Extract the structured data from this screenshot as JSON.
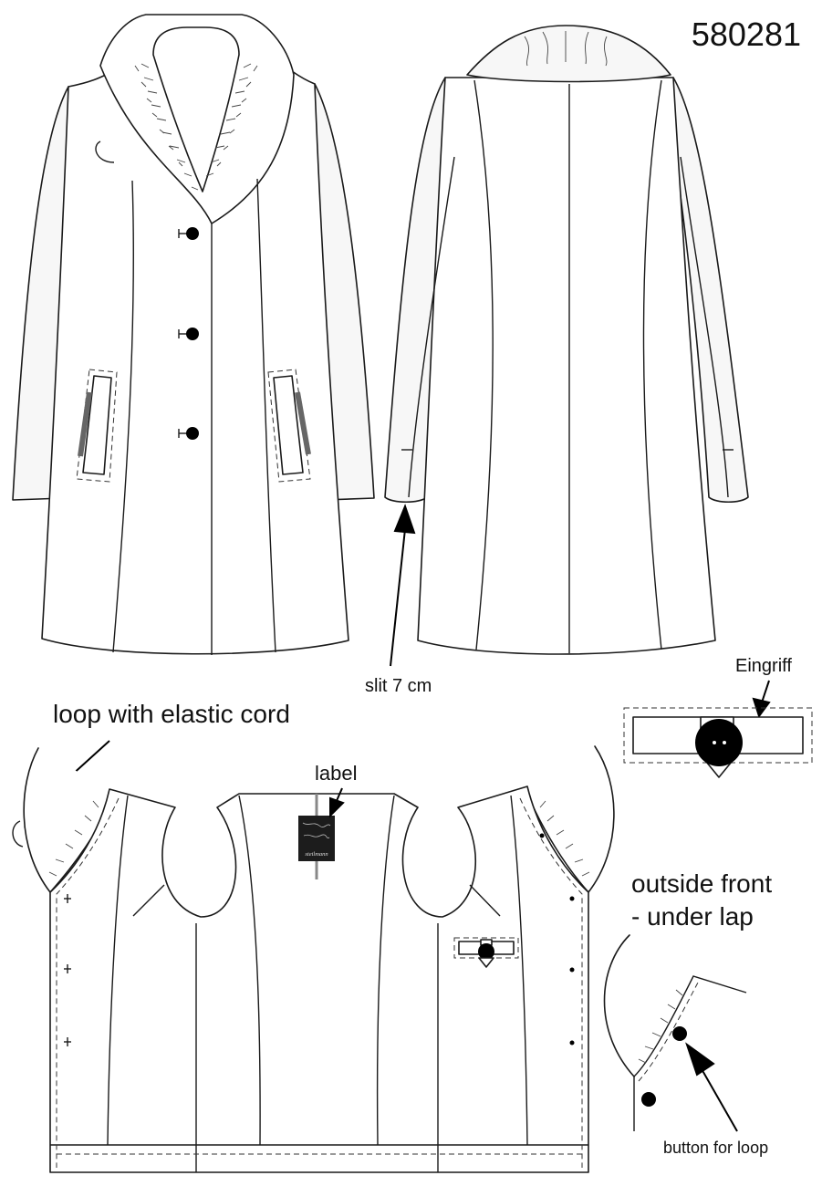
{
  "article_number": "580281",
  "labels": {
    "slit": "slit 7 cm",
    "eingriff": "Eingriff",
    "loop": "loop with elastic cord",
    "label": "label",
    "outside_front_line1": "outside front",
    "outside_front_line2": "- under lap",
    "button_for_loop": "button for loop"
  },
  "brand_tag": "steilmann"
}
